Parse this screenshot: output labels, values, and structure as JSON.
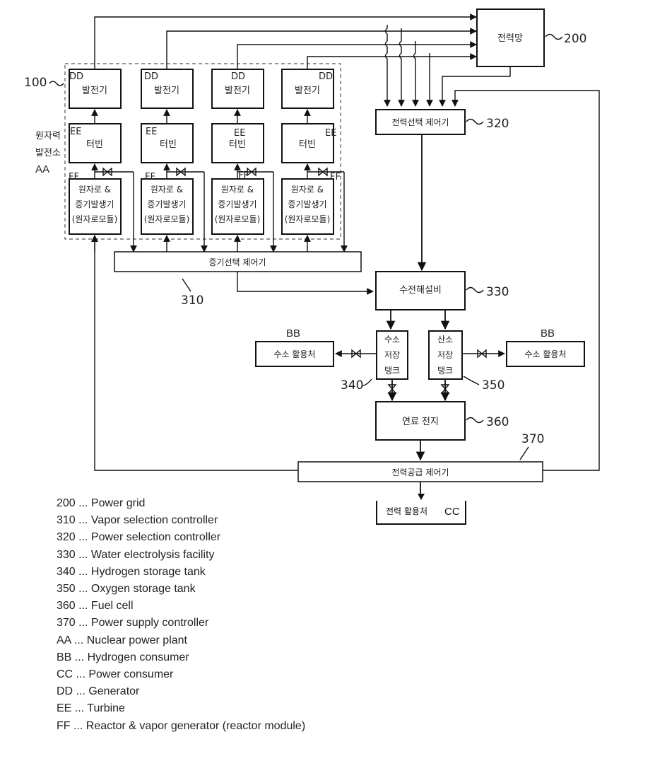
{
  "plant": {
    "generator_label": "발전기",
    "generator_code": "DD",
    "turbine_label": "터빈",
    "turbine_code": "EE",
    "reactor_code": "FF",
    "reactor_lines": [
      "원자로 &",
      "증기발생기",
      "(원자로모듈)"
    ],
    "plant_label_lines": [
      "원자력",
      "발전소"
    ],
    "plant_code": "AA",
    "ref": "100"
  },
  "power_grid": {
    "label": "전력망",
    "ref": "200"
  },
  "vapor_selection_controller": {
    "label": "증기선택 제어기",
    "ref": "310"
  },
  "power_selection_controller": {
    "label": "전력선택 제어기",
    "ref": "320"
  },
  "water_electrolysis": {
    "label": "수전해설비",
    "ref": "330"
  },
  "hydrogen_tank": {
    "lines": [
      "수소",
      "저장",
      "탱크"
    ],
    "ref": "340"
  },
  "oxygen_tank": {
    "lines": [
      "산소",
      "저장",
      "탱크"
    ],
    "ref": "350"
  },
  "hydrogen_consumer_left": {
    "label": "수소 활용처",
    "code": "BB"
  },
  "hydrogen_consumer_right": {
    "label": "수소 활용처",
    "code": "BB"
  },
  "fuel_cell": {
    "label": "연료 전지",
    "ref": "360"
  },
  "power_supply_controller": {
    "label": "전력공급 제어기",
    "ref": "370"
  },
  "power_consumer": {
    "label": "전력 활용처",
    "code": "CC"
  },
  "legend": [
    "200 ... Power grid",
    "310 ... Vapor selection controller",
    "320 ... Power selection controller",
    "330 ... Water electrolysis facility",
    "340 ... Hydrogen storage tank",
    "350 ... Oxygen storage tank",
    "360 ... Fuel cell",
    "370 ... Power supply controller",
    "AA ... Nuclear power plant",
    "BB ... Hydrogen consumer",
    "CC ... Power consumer",
    "DD ... Generator",
    "EE ... Turbine",
    "FF ... Reactor & vapor generator (reactor module)"
  ]
}
